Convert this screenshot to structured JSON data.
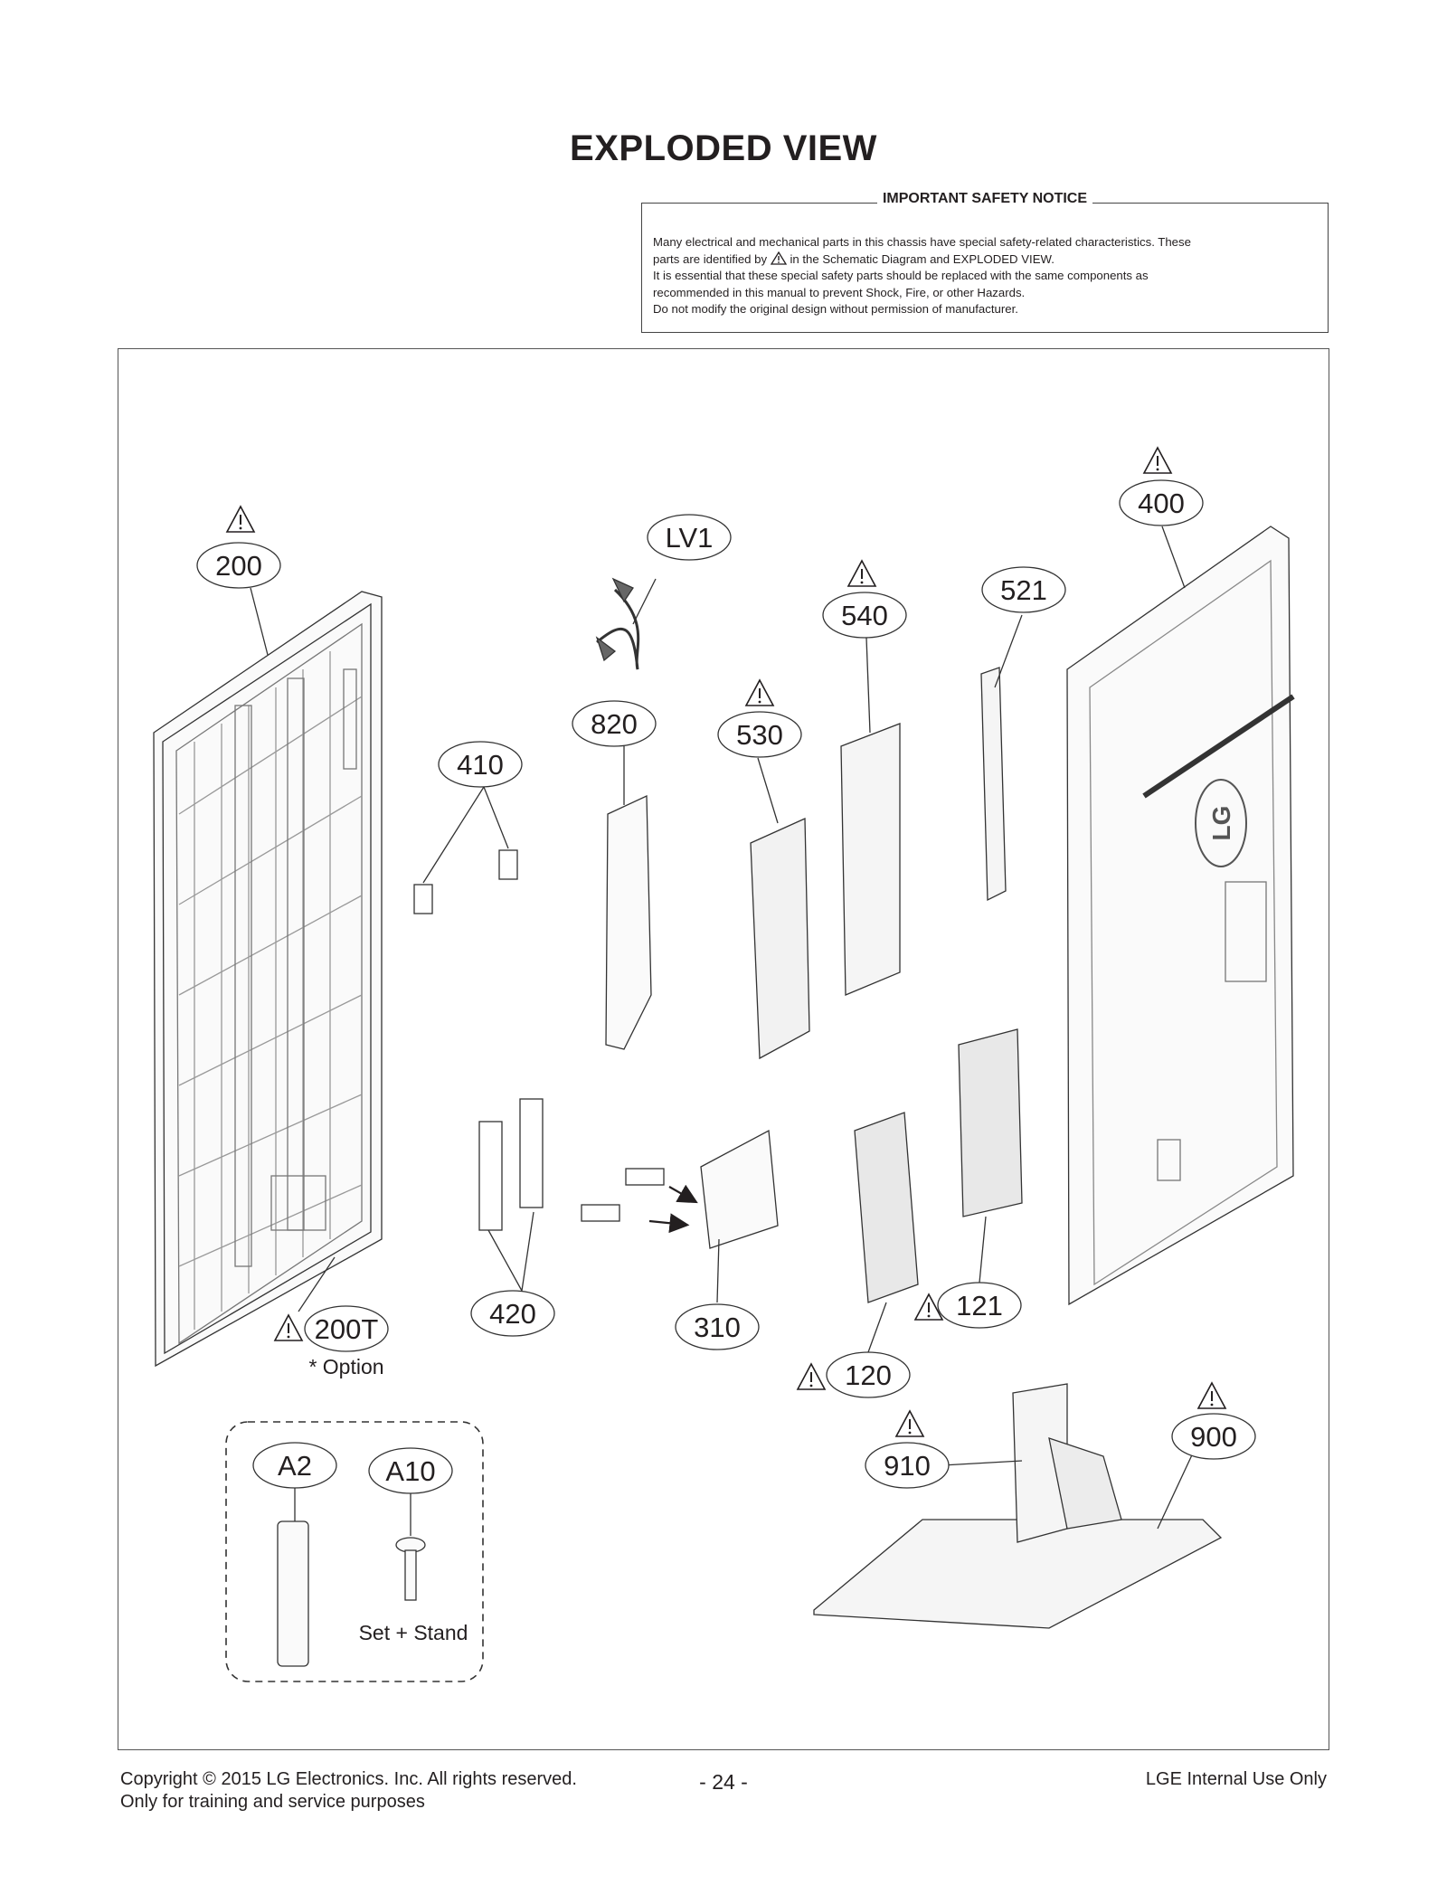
{
  "title": "EXPLODED VIEW",
  "notice": {
    "heading": "IMPORTANT SAFETY NOTICE",
    "line1": "Many electrical and mechanical parts in this chassis have special safety-related characteristics. These",
    "line2a": "parts are identified by",
    "line2b": "in the Schematic Diagram and EXPLODED VIEW.",
    "line3": "It is essential that these special safety parts should be replaced with the same components as",
    "line4": "recommended in this manual to prevent Shock, Fire, or other Hazards.",
    "line5": "Do not modify the original design without permission of manufacturer."
  },
  "parts": {
    "p200": "200",
    "p200T": "200T",
    "option": "* Option",
    "pLV1": "LV1",
    "p410": "410",
    "p820": "820",
    "p530": "530",
    "p540": "540",
    "p521": "521",
    "p400": "400",
    "p420": "420",
    "p310": "310",
    "p120": "120",
    "p121": "121",
    "p910": "910",
    "p900": "900",
    "pA2": "A2",
    "pA10": "A10",
    "set_stand": "Set + Stand"
  },
  "safety_marked_parts": [
    "200",
    "200T",
    "400",
    "530",
    "540",
    "120",
    "121",
    "910",
    "900"
  ],
  "footer": {
    "copyright": "Copyright  © 2015 LG Electronics. Inc. All rights reserved.",
    "training": "Only for training and service purposes",
    "page": "- 24 -",
    "internal": "LGE Internal Use Only"
  },
  "logo_text": "LG"
}
